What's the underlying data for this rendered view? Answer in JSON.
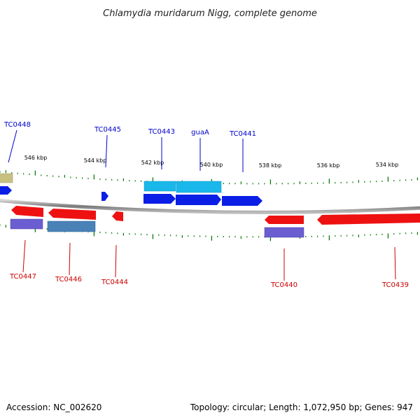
{
  "title": "Chlamydia muridarum Nigg, complete genome",
  "footer": {
    "accession": "Accession: NC_002620",
    "topology": "Topology: circular; Length: 1,072,950 bp; Genes: 947"
  },
  "colors": {
    "backbone": "#8a8a8a",
    "tick": "#0a7a0a",
    "forward_label": "#0000cc",
    "reverse_label": "#cc0000",
    "forward_gene": "#0a1ee6",
    "forward_gene_light": "#1ab8ea",
    "reverse_gene": "#ee1111",
    "reverse_feature_purple": "#6a5ed0",
    "reverse_feature_steel": "#4a82b8",
    "tan_feature": "#c8c080"
  },
  "ruler": {
    "labels": [
      "546 kbp",
      "544 kbp",
      "542 kbp",
      "540 kbp",
      "538 kbp",
      "536 kbp",
      "534 kbp"
    ]
  },
  "forward_gene_labels": [
    "TC0448",
    "TC0445",
    "TC0443",
    "guaA",
    "TC0441"
  ],
  "reverse_gene_labels": [
    "TC0447",
    "TC0446",
    "TC0444",
    "TC0440",
    "TC0439"
  ]
}
